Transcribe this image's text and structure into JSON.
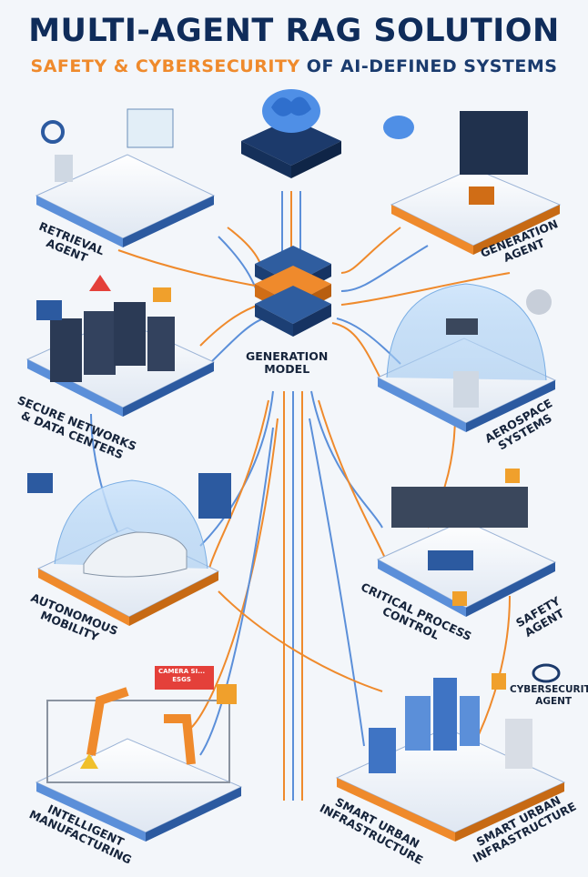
{
  "header": {
    "title": "MULTI-AGENT RAG SOLUTION",
    "subtitle_part1": "SAFETY & CYBERSECURITY",
    "subtitle_part2": "OF AI-DEFINED SYSTEMS"
  },
  "labels": {
    "retrieval_agent_1": "RETRIEVAL",
    "retrieval_agent_2": "AGENT",
    "generation_agent_1": "GENERATION",
    "generation_agent_2": "AGENT",
    "generation_model_1": "GENERATION",
    "generation_model_2": "MODEL",
    "secure_networks_1": "SECURE NETWORKS",
    "secure_networks_2": "& DATA CENTERS",
    "aerospace_1": "AEROSPACE",
    "aerospace_2": "SYSTEMS",
    "autonomous_1": "AUTONOMOUS",
    "autonomous_2": "MOBILITY",
    "critical_1": "CRITICAL PROCESS",
    "critical_2": "CONTROL",
    "safety_agent_1": "SAFETY",
    "safety_agent_2": "AGENT",
    "cyber_agent_1": "CYBERSECURITY",
    "cyber_agent_2": "AGENT",
    "manufacturing_1": "INTELLIGENT",
    "manufacturing_2": "MANUFACTURING",
    "urban_a_1": "SMART URBAN",
    "urban_a_2": "INFRASTRUCTURE",
    "urban_b_1": "SMART URBAN",
    "urban_b_2": "INFRASTRUCTURE",
    "sign_1": "CAMERA SI...",
    "sign_2": "ESGS"
  },
  "colors": {
    "navy": "#0f2c5a",
    "orange": "#ef8a2c",
    "blue_line": "#5b8fd9",
    "platform": "#ffffff",
    "platform_edge": "#2c5aa0"
  }
}
